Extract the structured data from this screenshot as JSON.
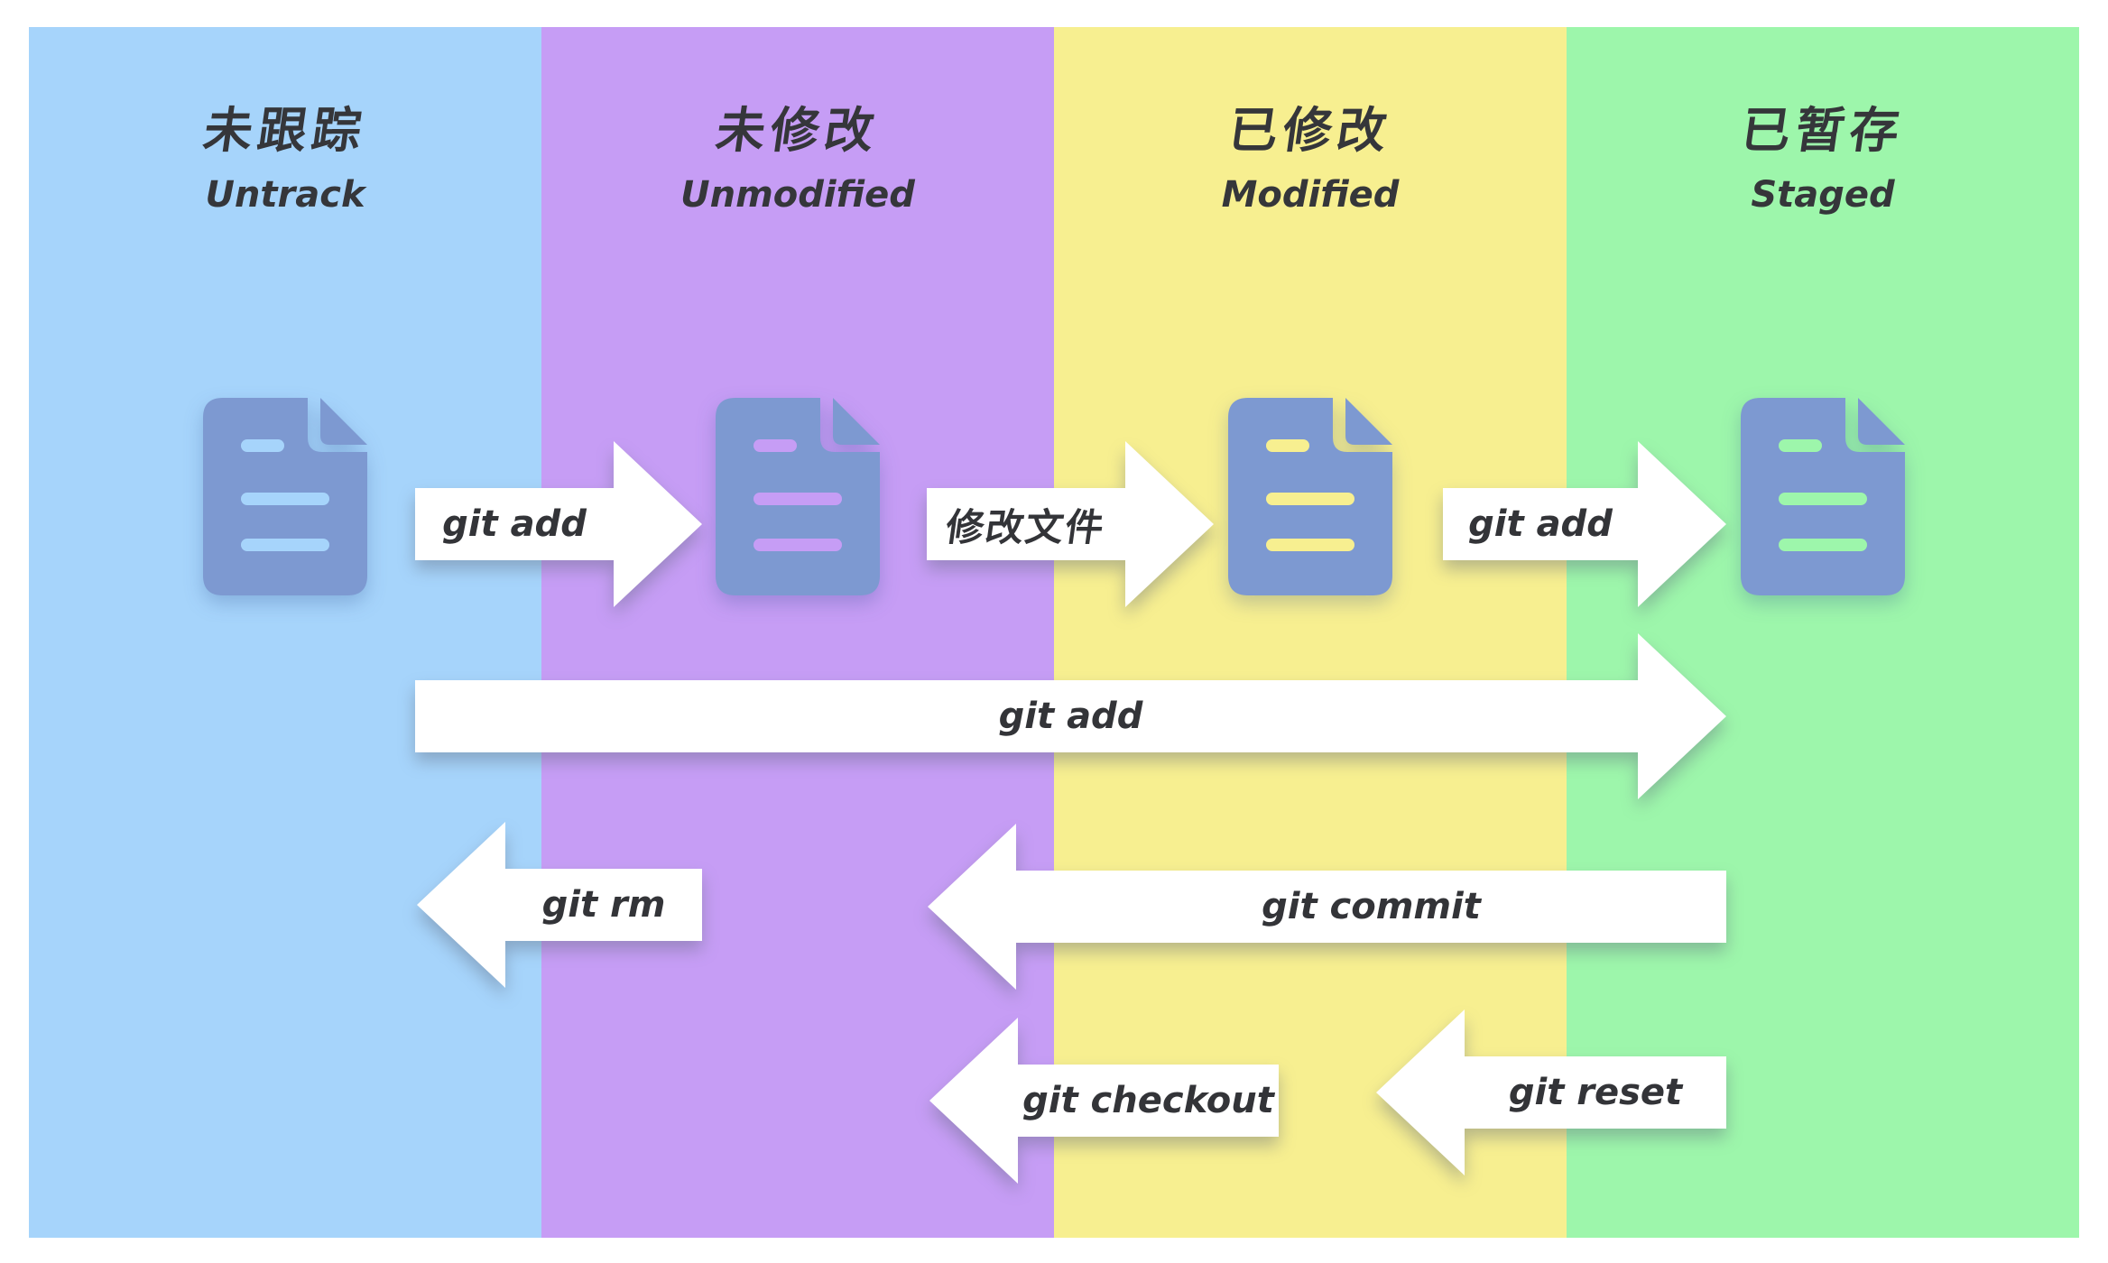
{
  "colors": {
    "canvas_bg": "#ffffff",
    "untracked": "#a6d4fb",
    "unmodified": "#c69df5",
    "modified": "#f7ef90",
    "staged": "#9df6ab",
    "icon": "#7d99d1",
    "text": "#35363a",
    "arrow_fill": "#ffffff"
  },
  "columns": [
    {
      "id": "untracked",
      "title_zh": "未跟踪",
      "title_en": "Untrack"
    },
    {
      "id": "unmodified",
      "title_zh": "未修改",
      "title_en": "Unmodified"
    },
    {
      "id": "modified",
      "title_zh": "已修改",
      "title_en": "Modified"
    },
    {
      "id": "staged",
      "title_zh": "已暂存",
      "title_en": "Staged"
    }
  ],
  "arrows": [
    {
      "id": "git-add-1",
      "label": "git add",
      "direction": "right"
    },
    {
      "id": "modify-files",
      "label": "修改文件",
      "direction": "right"
    },
    {
      "id": "git-add-2",
      "label": "git add",
      "direction": "right"
    },
    {
      "id": "git-add-long",
      "label": "git add",
      "direction": "right"
    },
    {
      "id": "git-rm",
      "label": "git rm",
      "direction": "left"
    },
    {
      "id": "git-commit",
      "label": "git commit",
      "direction": "left"
    },
    {
      "id": "git-checkout",
      "label": "git checkout",
      "direction": "left"
    },
    {
      "id": "git-reset",
      "label": "git reset",
      "direction": "left"
    }
  ]
}
